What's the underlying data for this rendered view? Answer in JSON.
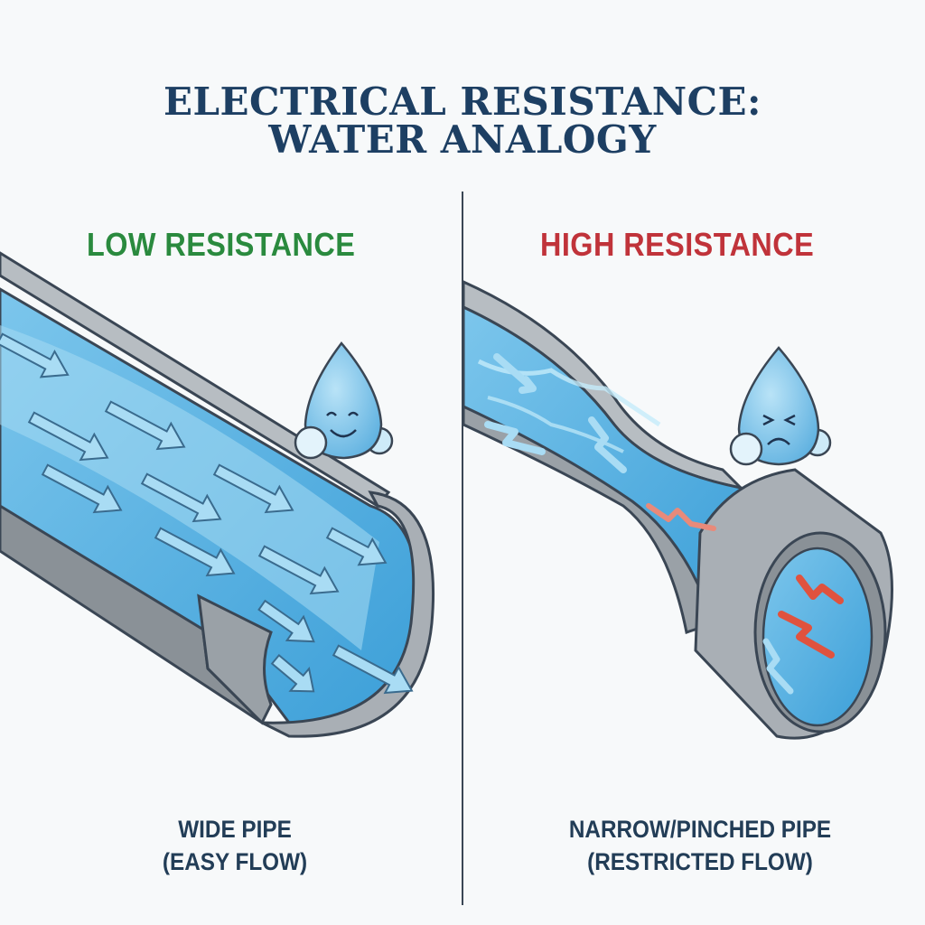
{
  "title": {
    "line1": "ELECTRICAL RESISTANCE:",
    "line2": "WATER ANALOGY",
    "color": "#1d3f63"
  },
  "panels": [
    {
      "id": "low",
      "heading": "LOW RESISTANCE",
      "heading_color": "#2a8a3e",
      "caption_line1": "WIDE PIPE",
      "caption_line2": "(EASY FLOW)",
      "mascot": "happy-water-drop",
      "flow": "straight-arrows"
    },
    {
      "id": "high",
      "heading": "HIGH RESISTANCE",
      "heading_color": "#c0333a",
      "caption_line1": "NARROW/PINCHED PIPE",
      "caption_line2": "(RESTRICTED FLOW)",
      "mascot": "strained-water-drop",
      "flow": "zigzag-arrows"
    }
  ],
  "colors": {
    "pipe_gray": "#a9afb5",
    "pipe_dark": "#7f868d",
    "water_light": "#8fd0ef",
    "water_dark": "#3c9fd8",
    "arrow_red": "#e0523e",
    "outline": "#3a4654"
  }
}
